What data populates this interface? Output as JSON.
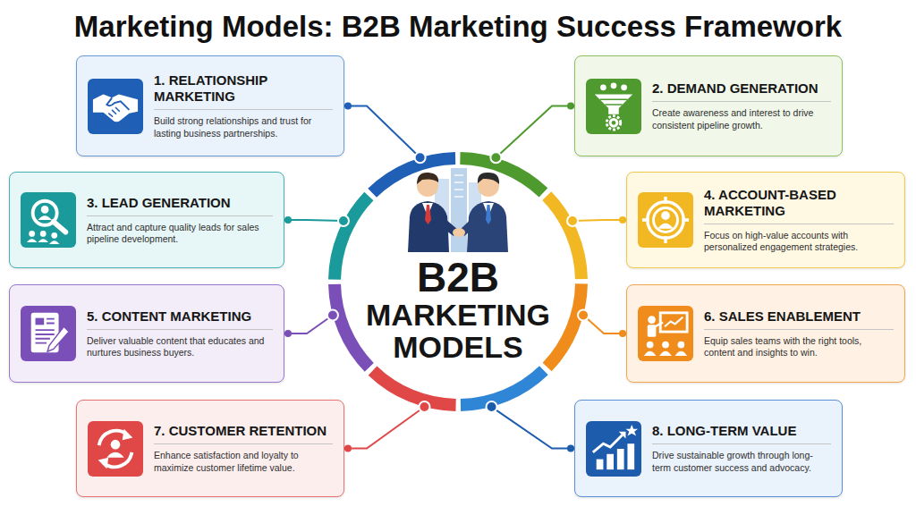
{
  "diagram": {
    "title": "Marketing Models: B2B Marketing Success Framework",
    "nodes": [
      {
        "text": [
          "1. RELATIONSHIP MARKETING",
          "Build strong relationships and trust for lasting business partnerships."
        ]
      },
      {
        "text": [
          "2. DEMAND GENERATION",
          "Create awareness and interest to drive consistent pipeline growth."
        ]
      },
      {
        "text": [
          "3. LEAD GENERATION",
          "Attract and capture quality leads for sales pipeline development."
        ]
      },
      {
        "text": [
          "4. ACCOUNT-BASED MARKETING",
          "Focus on high-value accounts with personalized engagement strategies."
        ]
      },
      {
        "text": [
          "5. CONTENT MARKETING",
          "Deliver valuable content that educates and nurtures business buyers."
        ]
      },
      {
        "text": [
          "6. SALES ENABLEMENT",
          "Equip sales teams with the right tools, content and insights to win."
        ]
      },
      {
        "text": [
          "7. CUSTOMER RETENTION",
          "Enhance satisfaction and loyalty to maximize customer lifetime value."
        ]
      },
      {
        "text": [
          "8. LONG-TERM VALUE",
          "Drive sustainable growth through long-term customer success and advocacy."
        ]
      },
      {
        "text": [
          "B2B MARKETING MODELS"
        ]
      }
    ],
    "edges": [
      {
        "from": 0,
        "to": 8,
        "arrow": "none"
      },
      {
        "from": 1,
        "to": 8,
        "arrow": "none"
      },
      {
        "from": 2,
        "to": 8,
        "arrow": "none"
      },
      {
        "from": 3,
        "to": 8,
        "arrow": "none"
      },
      {
        "from": 4,
        "to": 8,
        "arrow": "none"
      },
      {
        "from": 5,
        "to": 8,
        "arrow": "none"
      },
      {
        "from": 6,
        "to": 8,
        "arrow": "none"
      },
      {
        "from": 7,
        "to": 8,
        "arrow": "none"
      }
    ]
  }
}
